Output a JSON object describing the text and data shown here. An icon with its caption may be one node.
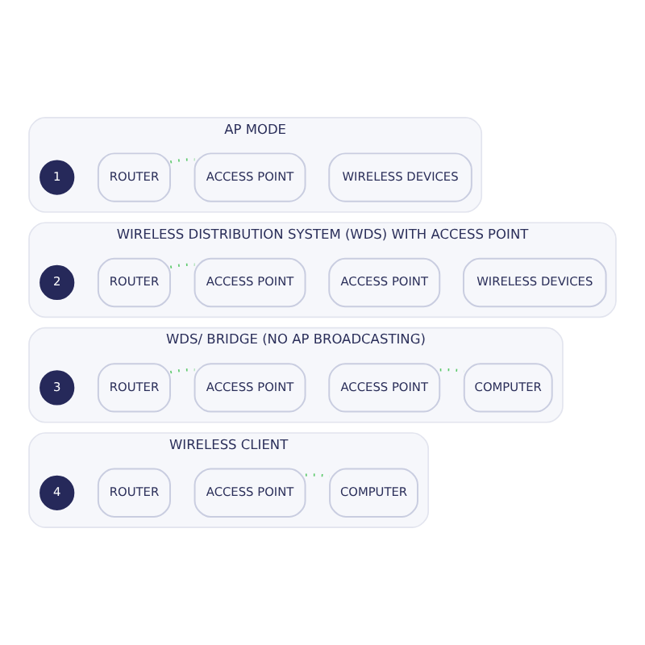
{
  "diagram": {
    "nodes": [
      {
        "text": [
          "AP MODE"
        ]
      },
      {
        "text": [
          "1"
        ],
        "in": 0
      },
      {
        "text": [
          "ROUTER"
        ],
        "in": 0
      },
      {
        "text": [
          "ACCESS POINT"
        ],
        "in": 0
      },
      {
        "text": [
          "WIRELESS DEVICES"
        ],
        "in": 0
      },
      {
        "text": [
          "WIRELESS DISTRIBUTION SYSTEM (WDS) WITH ACCESS POINT"
        ]
      },
      {
        "text": [
          "2"
        ],
        "in": 5
      },
      {
        "text": [
          "ROUTER"
        ],
        "in": 5
      },
      {
        "text": [
          "ACCESS POINT"
        ],
        "in": 5
      },
      {
        "text": [
          "ACCESS POINT"
        ],
        "in": 5
      },
      {
        "text": [
          "WIRELESS DEVICES"
        ],
        "in": 5
      },
      {
        "text": [
          "WDS/ BRIDGE (NO AP BROADCASTING)"
        ]
      },
      {
        "text": [
          "3"
        ],
        "in": 11
      },
      {
        "text": [
          "ROUTER"
        ],
        "in": 11
      },
      {
        "text": [
          "ACCESS POINT"
        ],
        "in": 11
      },
      {
        "text": [
          "ACCESS POINT"
        ],
        "in": 11
      },
      {
        "text": [
          "COMPUTER"
        ],
        "in": 11
      },
      {
        "text": [
          "WIRELESS CLIENT"
        ]
      },
      {
        "text": [
          "4"
        ],
        "in": 17
      },
      {
        "text": [
          "ROUTER"
        ],
        "in": 17
      },
      {
        "text": [
          "ACCESS POINT"
        ],
        "in": 17
      },
      {
        "text": [
          "COMPUTER"
        ],
        "in": 17
      }
    ],
    "edges": [
      {
        "from": 2,
        "to": 3,
        "arrow": "none",
        "style": "dashed"
      },
      {
        "from": 7,
        "to": 8,
        "arrow": "none",
        "style": "dashed"
      },
      {
        "from": 13,
        "to": 14,
        "arrow": "none",
        "style": "dashed"
      },
      {
        "from": 15,
        "to": 16,
        "arrow": "none",
        "style": "dashed"
      },
      {
        "from": 20,
        "to": 21,
        "arrow": "none",
        "style": "dashed"
      }
    ]
  }
}
